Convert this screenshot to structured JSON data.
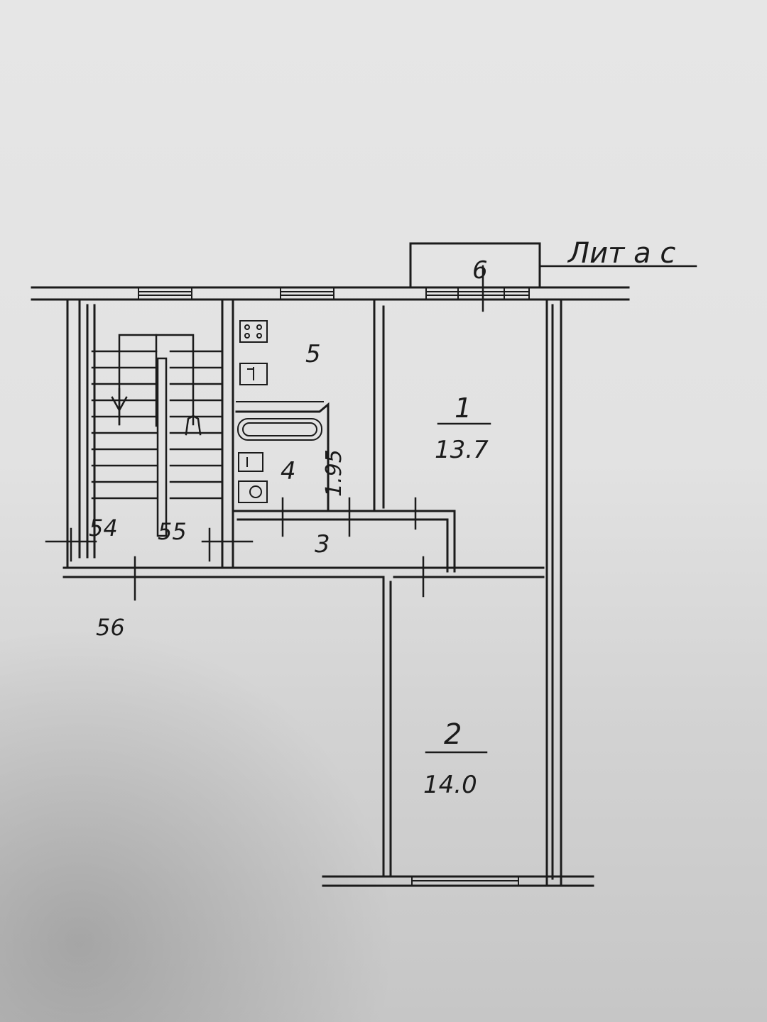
{
  "title": "Лит а с",
  "rooms": [
    {
      "id": "room-1",
      "number": "1",
      "area": "13.7"
    },
    {
      "id": "room-2",
      "number": "2",
      "area": "14.0"
    },
    {
      "id": "room-3",
      "number": "3"
    },
    {
      "id": "room-4",
      "number": "4"
    },
    {
      "id": "room-5",
      "number": "5"
    },
    {
      "id": "room-6",
      "number": "6"
    }
  ],
  "dimension": "1.95",
  "markers": {
    "m54": "54",
    "m55": "55",
    "m56": "56"
  },
  "ink_color": "#1b1b1b",
  "paper_color": "#e4e4e4"
}
